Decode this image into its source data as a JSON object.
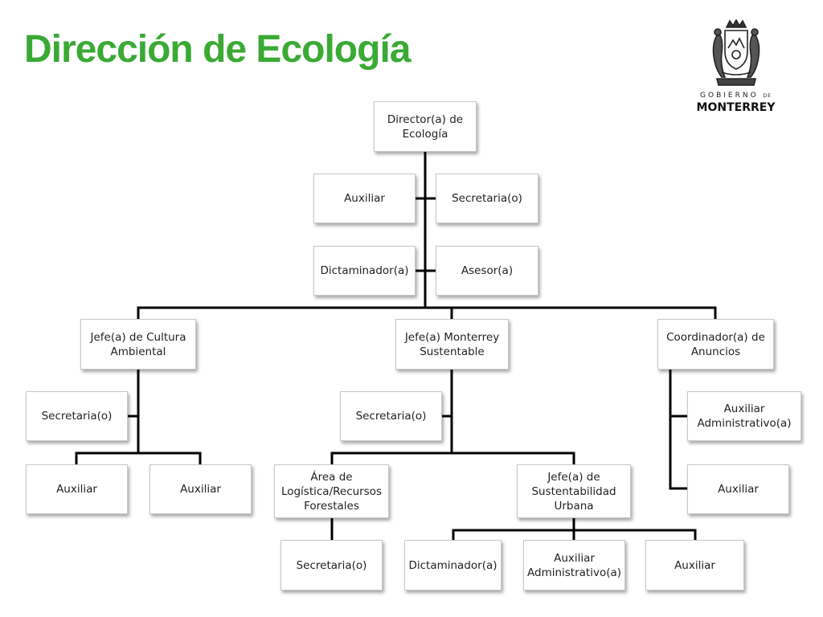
{
  "header": {
    "title": "Dirección de Ecología"
  },
  "logo": {
    "line1": "GOBIERNO",
    "line1_small": "DE",
    "line2": "MONTERREY"
  },
  "colors": {
    "title": "#3aaa35",
    "connector": "#000000"
  },
  "chart_data": {
    "type": "org_chart",
    "nodes": {
      "director": "Director(a) de Ecología",
      "staff_auxiliar": "Auxiliar",
      "staff_secretaria": "Secretaria(o)",
      "staff_dictaminador": "Dictaminador(a)",
      "staff_asesor": "Asesor(a)",
      "jefe_cultura": "Jefe(a) de Cultura Ambiental",
      "cultura_secretaria": "Secretaria(o)",
      "cultura_auxiliar_1": "Auxiliar",
      "cultura_auxiliar_2": "Auxiliar",
      "jefe_monterrey": "Jefe(a)  Monterrey Sustentable",
      "monterrey_secretaria": "Secretaria(o)",
      "area_logistica": "Área de Logística/Recursos Forestales",
      "logistica_secretaria": "Secretaria(o)",
      "jefe_sustentabilidad": "Jefe(a) de Sustentabilidad Urbana",
      "sust_dictaminador": "Dictaminador(a)",
      "sust_auxiliar_admin": "Auxiliar Administrativo(a)",
      "sust_auxiliar": "Auxiliar",
      "coordinador_anuncios": "Coordinador(a) de Anuncios",
      "anuncios_auxiliar_admin": "Auxiliar Administrativo(a)",
      "anuncios_auxiliar": "Auxiliar"
    },
    "edges": [
      [
        "director",
        "staff_auxiliar"
      ],
      [
        "director",
        "staff_secretaria"
      ],
      [
        "director",
        "staff_dictaminador"
      ],
      [
        "director",
        "staff_asesor"
      ],
      [
        "director",
        "jefe_cultura"
      ],
      [
        "director",
        "jefe_monterrey"
      ],
      [
        "director",
        "coordinador_anuncios"
      ],
      [
        "jefe_cultura",
        "cultura_secretaria"
      ],
      [
        "jefe_cultura",
        "cultura_auxiliar_1"
      ],
      [
        "jefe_cultura",
        "cultura_auxiliar_2"
      ],
      [
        "jefe_monterrey",
        "monterrey_secretaria"
      ],
      [
        "jefe_monterrey",
        "area_logistica"
      ],
      [
        "jefe_monterrey",
        "jefe_sustentabilidad"
      ],
      [
        "area_logistica",
        "logistica_secretaria"
      ],
      [
        "jefe_sustentabilidad",
        "sust_dictaminador"
      ],
      [
        "jefe_sustentabilidad",
        "sust_auxiliar_admin"
      ],
      [
        "jefe_sustentabilidad",
        "sust_auxiliar"
      ],
      [
        "coordinador_anuncios",
        "anuncios_auxiliar_admin"
      ],
      [
        "coordinador_anuncios",
        "anuncios_auxiliar"
      ]
    ]
  }
}
